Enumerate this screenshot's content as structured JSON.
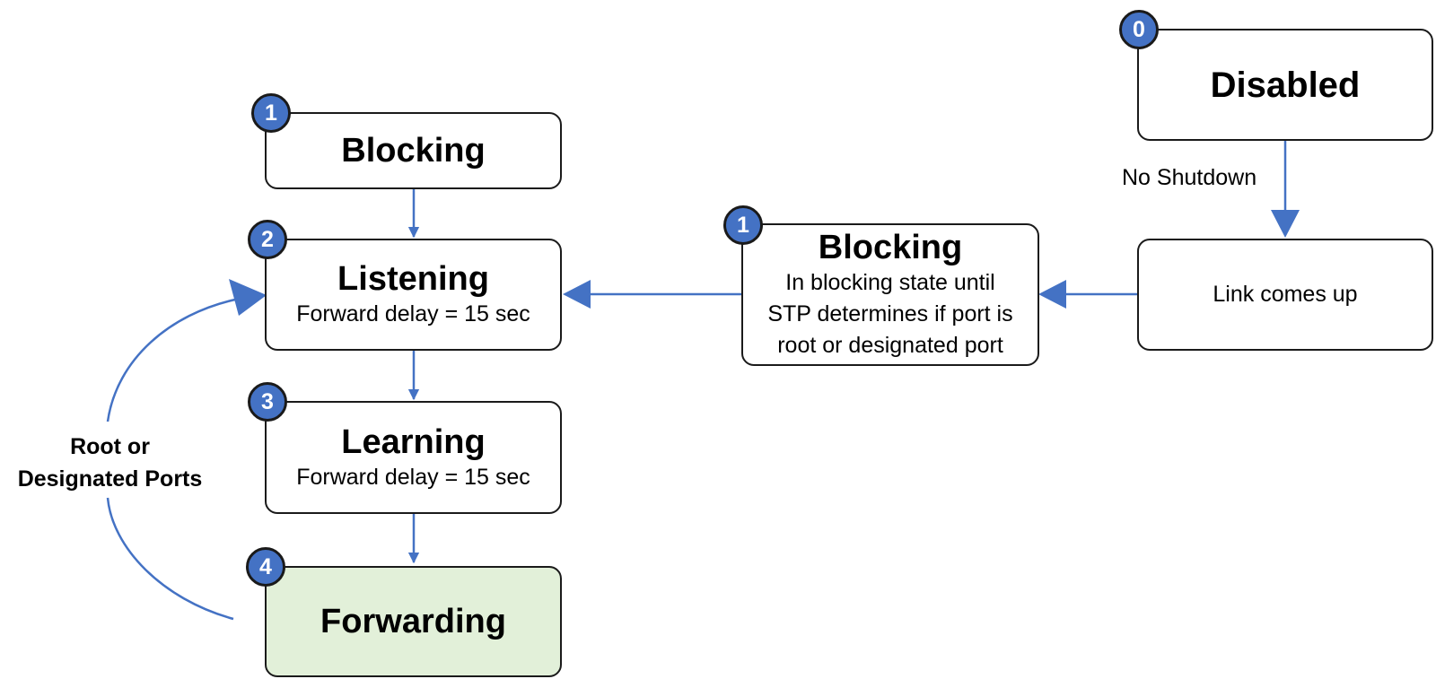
{
  "states": {
    "disabled": {
      "number": "0",
      "title": "Disabled"
    },
    "link_up": {
      "text": "Link comes up"
    },
    "blocking_initial": {
      "number": "1",
      "title": "Blocking",
      "lines": [
        "In blocking state until",
        "STP determines if port is",
        "root or designated port"
      ]
    },
    "blocking": {
      "number": "1",
      "title": "Blocking"
    },
    "listening": {
      "number": "2",
      "title": "Listening",
      "sub": "Forward delay = 15 sec"
    },
    "learning": {
      "number": "3",
      "title": "Learning",
      "sub": "Forward delay = 15 sec"
    },
    "forwarding": {
      "number": "4",
      "title": "Forwarding"
    }
  },
  "edges": {
    "no_shutdown": "No Shutdown",
    "root_or_designated": [
      "Root or",
      "Designated Ports"
    ]
  },
  "colors": {
    "arrow": "#4472c4",
    "badge": "#4472c4",
    "forwarding_fill": "#e2f0d9",
    "border": "#1a1a1a"
  }
}
